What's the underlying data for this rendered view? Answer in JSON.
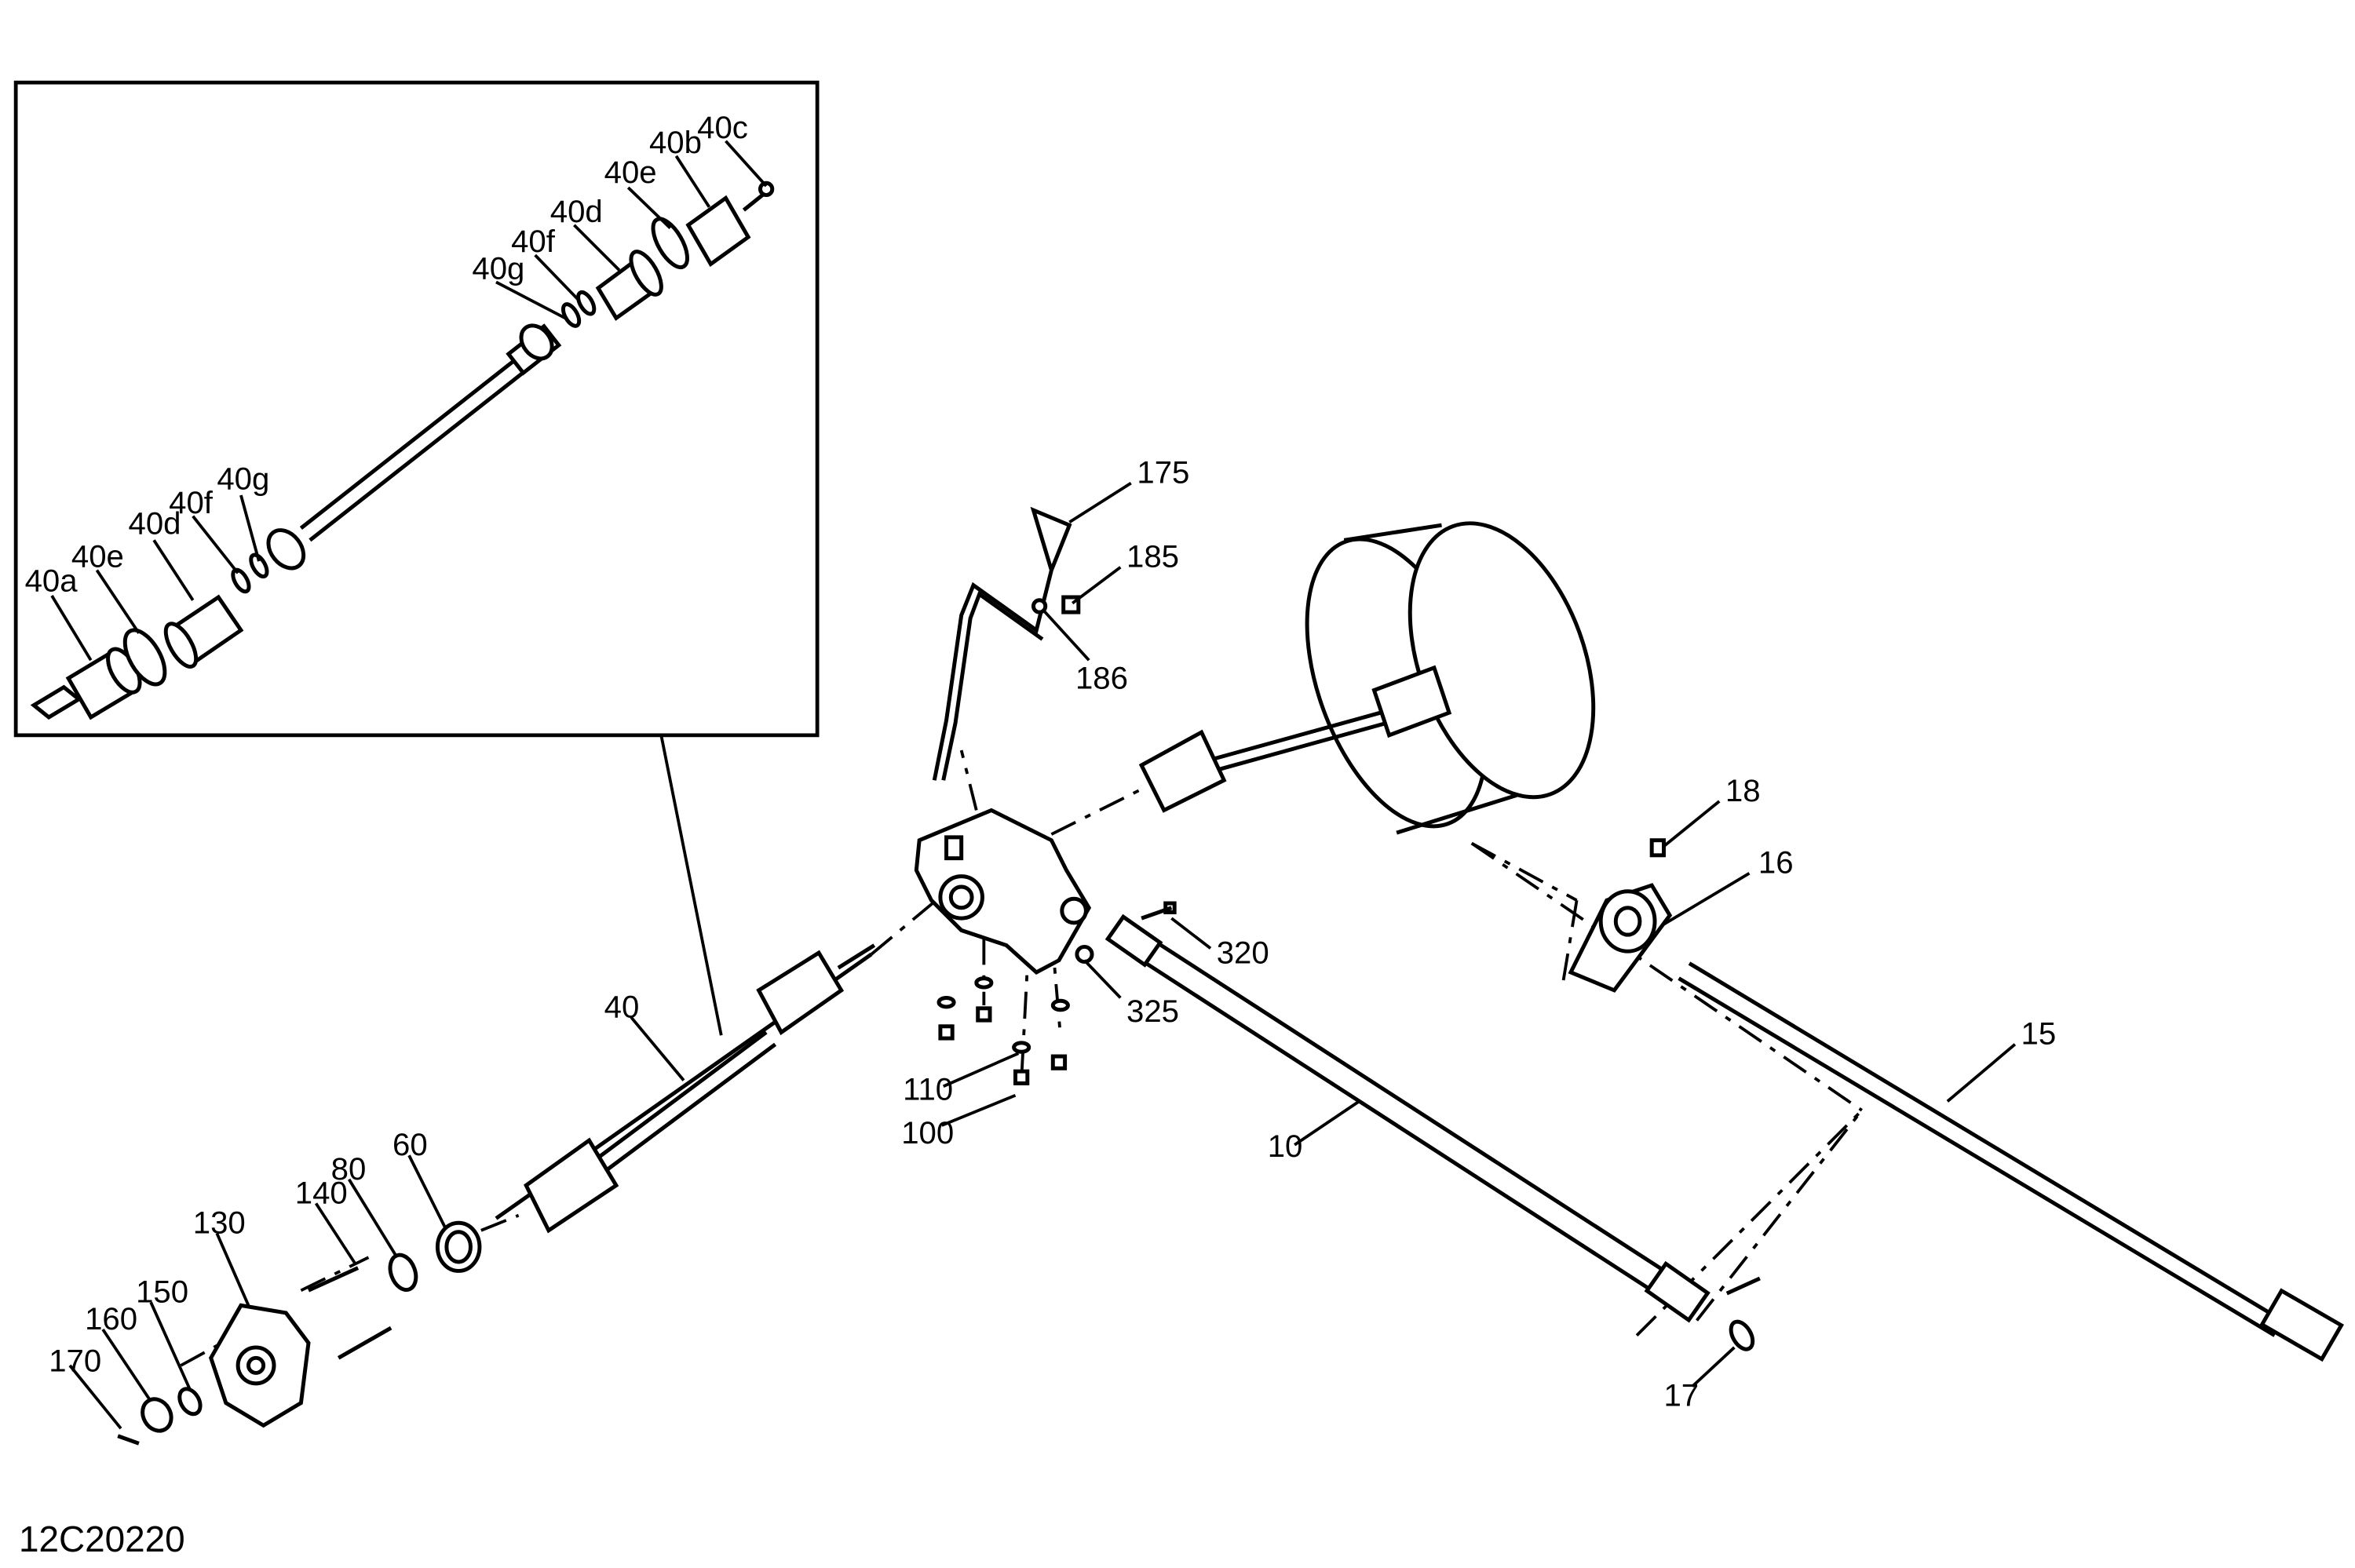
{
  "diagram": {
    "drawing_code": "12C20220",
    "callouts": [
      {
        "id": "c40c",
        "text": "40c"
      },
      {
        "id": "c40b",
        "text": "40b"
      },
      {
        "id": "c40e-top",
        "text": "40e"
      },
      {
        "id": "c40d-top",
        "text": "40d"
      },
      {
        "id": "c40f-top",
        "text": "40f"
      },
      {
        "id": "c40g-top",
        "text": "40g"
      },
      {
        "id": "c40g-bot",
        "text": "40g"
      },
      {
        "id": "c40f-bot",
        "text": "40f"
      },
      {
        "id": "c40d-bot",
        "text": "40d"
      },
      {
        "id": "c40e-bot",
        "text": "40e"
      },
      {
        "id": "c40a",
        "text": "40a"
      },
      {
        "id": "c175",
        "text": "175"
      },
      {
        "id": "c185",
        "text": "185"
      },
      {
        "id": "c186",
        "text": "186"
      },
      {
        "id": "c18",
        "text": "18"
      },
      {
        "id": "c16",
        "text": "16"
      },
      {
        "id": "c15",
        "text": "15"
      },
      {
        "id": "c40",
        "text": "40"
      },
      {
        "id": "c320",
        "text": "320"
      },
      {
        "id": "c325",
        "text": "325"
      },
      {
        "id": "c110",
        "text": "110"
      },
      {
        "id": "c100",
        "text": "100"
      },
      {
        "id": "c10",
        "text": "10"
      },
      {
        "id": "c17",
        "text": "17"
      },
      {
        "id": "c60",
        "text": "60"
      },
      {
        "id": "c80",
        "text": "80"
      },
      {
        "id": "c140",
        "text": "140"
      },
      {
        "id": "c130",
        "text": "130"
      },
      {
        "id": "c150",
        "text": "150"
      },
      {
        "id": "c160",
        "text": "160"
      },
      {
        "id": "c170",
        "text": "170"
      }
    ]
  }
}
